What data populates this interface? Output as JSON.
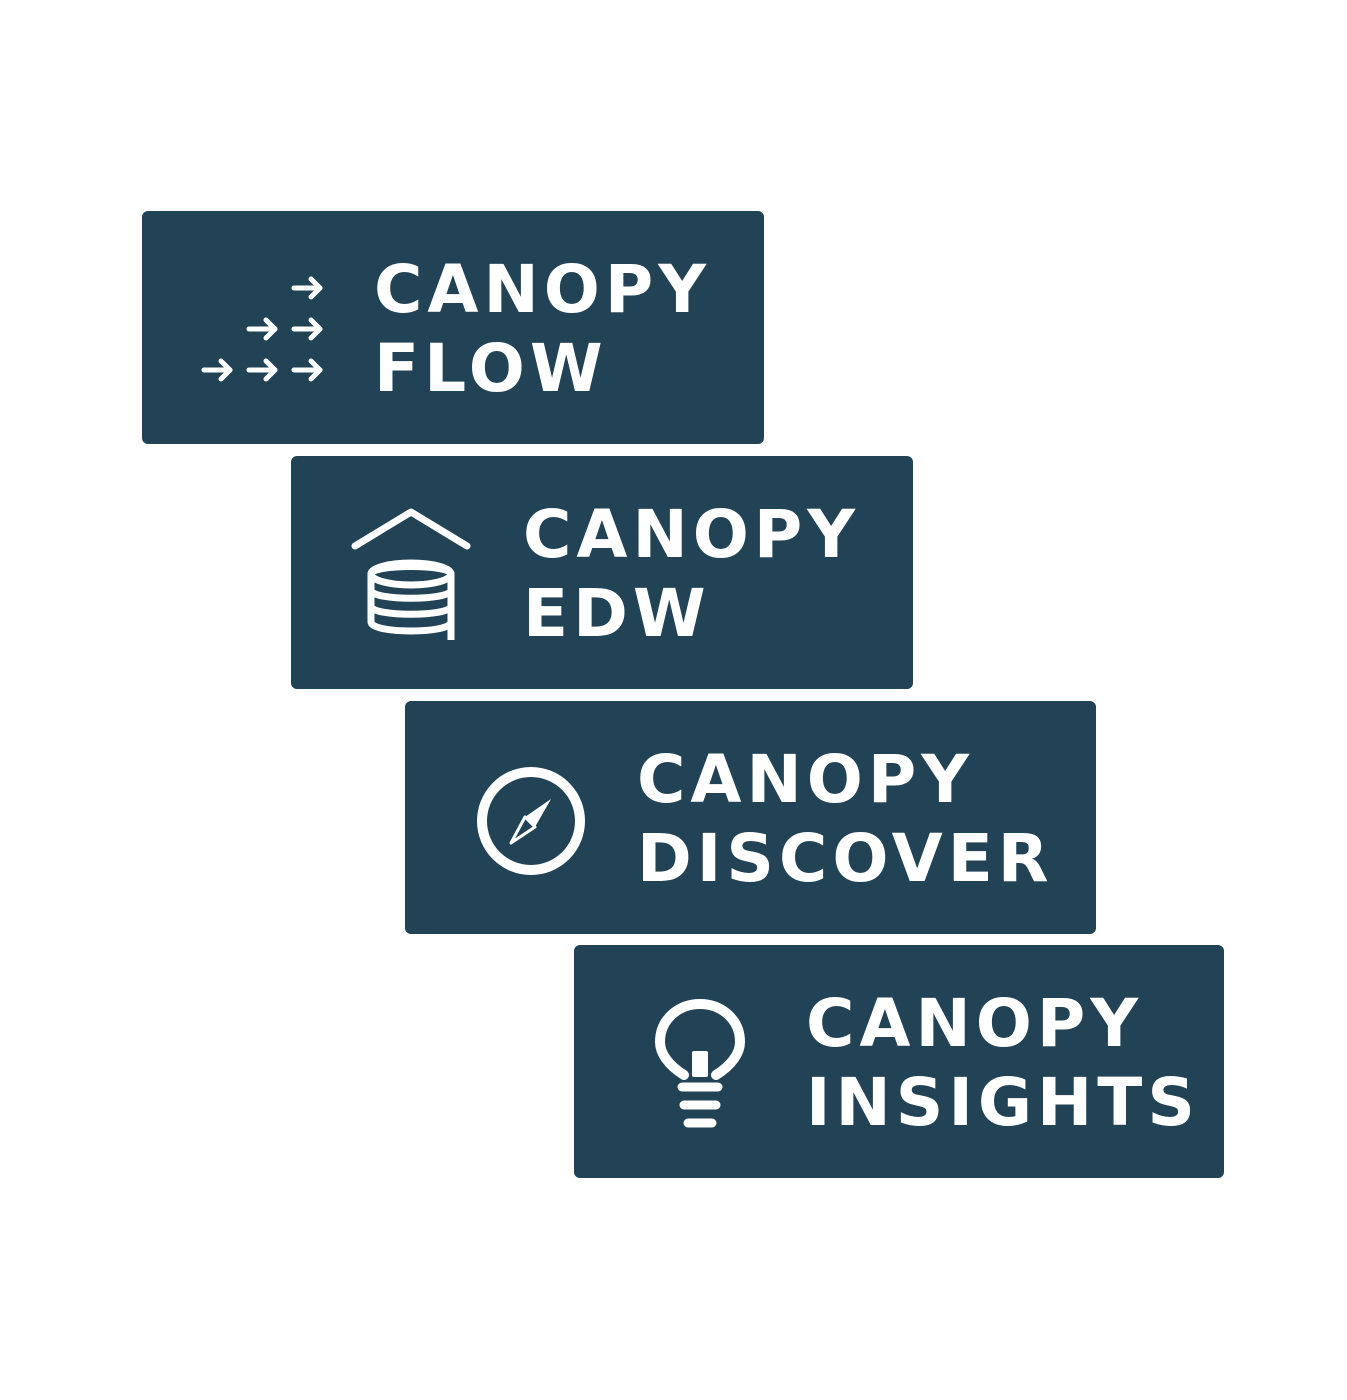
{
  "colors": {
    "tile_background": "#214355",
    "text": "#ffffff",
    "page_background": "#ffffff"
  },
  "tiles": [
    {
      "icon": "arrows-flow-icon",
      "line1": "CANOPY",
      "line2": "FLOW"
    },
    {
      "icon": "database-roof-icon",
      "line1": "CANOPY",
      "line2": "EDW"
    },
    {
      "icon": "compass-icon",
      "line1": "CANOPY",
      "line2": "DISCOVER"
    },
    {
      "icon": "lightbulb-icon",
      "line1": "CANOPY",
      "line2": "INSIGHTS"
    }
  ]
}
